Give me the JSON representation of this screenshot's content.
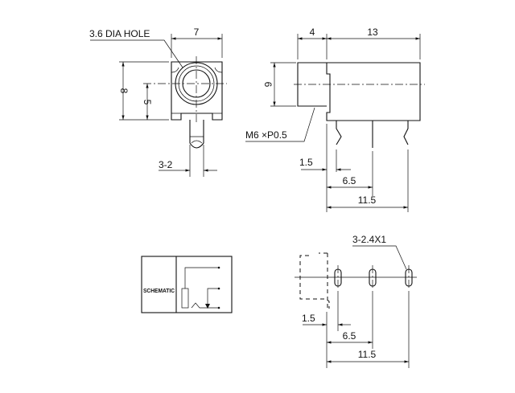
{
  "front_view": {
    "hole_label": "3.6 DIA HOLE",
    "width": "7",
    "height": "8",
    "center_height": "5",
    "pin_label": "3-2"
  },
  "side_view": {
    "front_length": "4",
    "body_length": "13",
    "thread_dia": "6",
    "thread_label": "M6 ×P0.5",
    "pin1": "1.5",
    "pin2": "6.5",
    "pin3": "11.5"
  },
  "schematic": {
    "label": "SCHEMATIC"
  },
  "footprint": {
    "hole_label": "3-2.4X1",
    "pin1": "1.5",
    "pin2": "6.5",
    "pin3": "11.5"
  }
}
